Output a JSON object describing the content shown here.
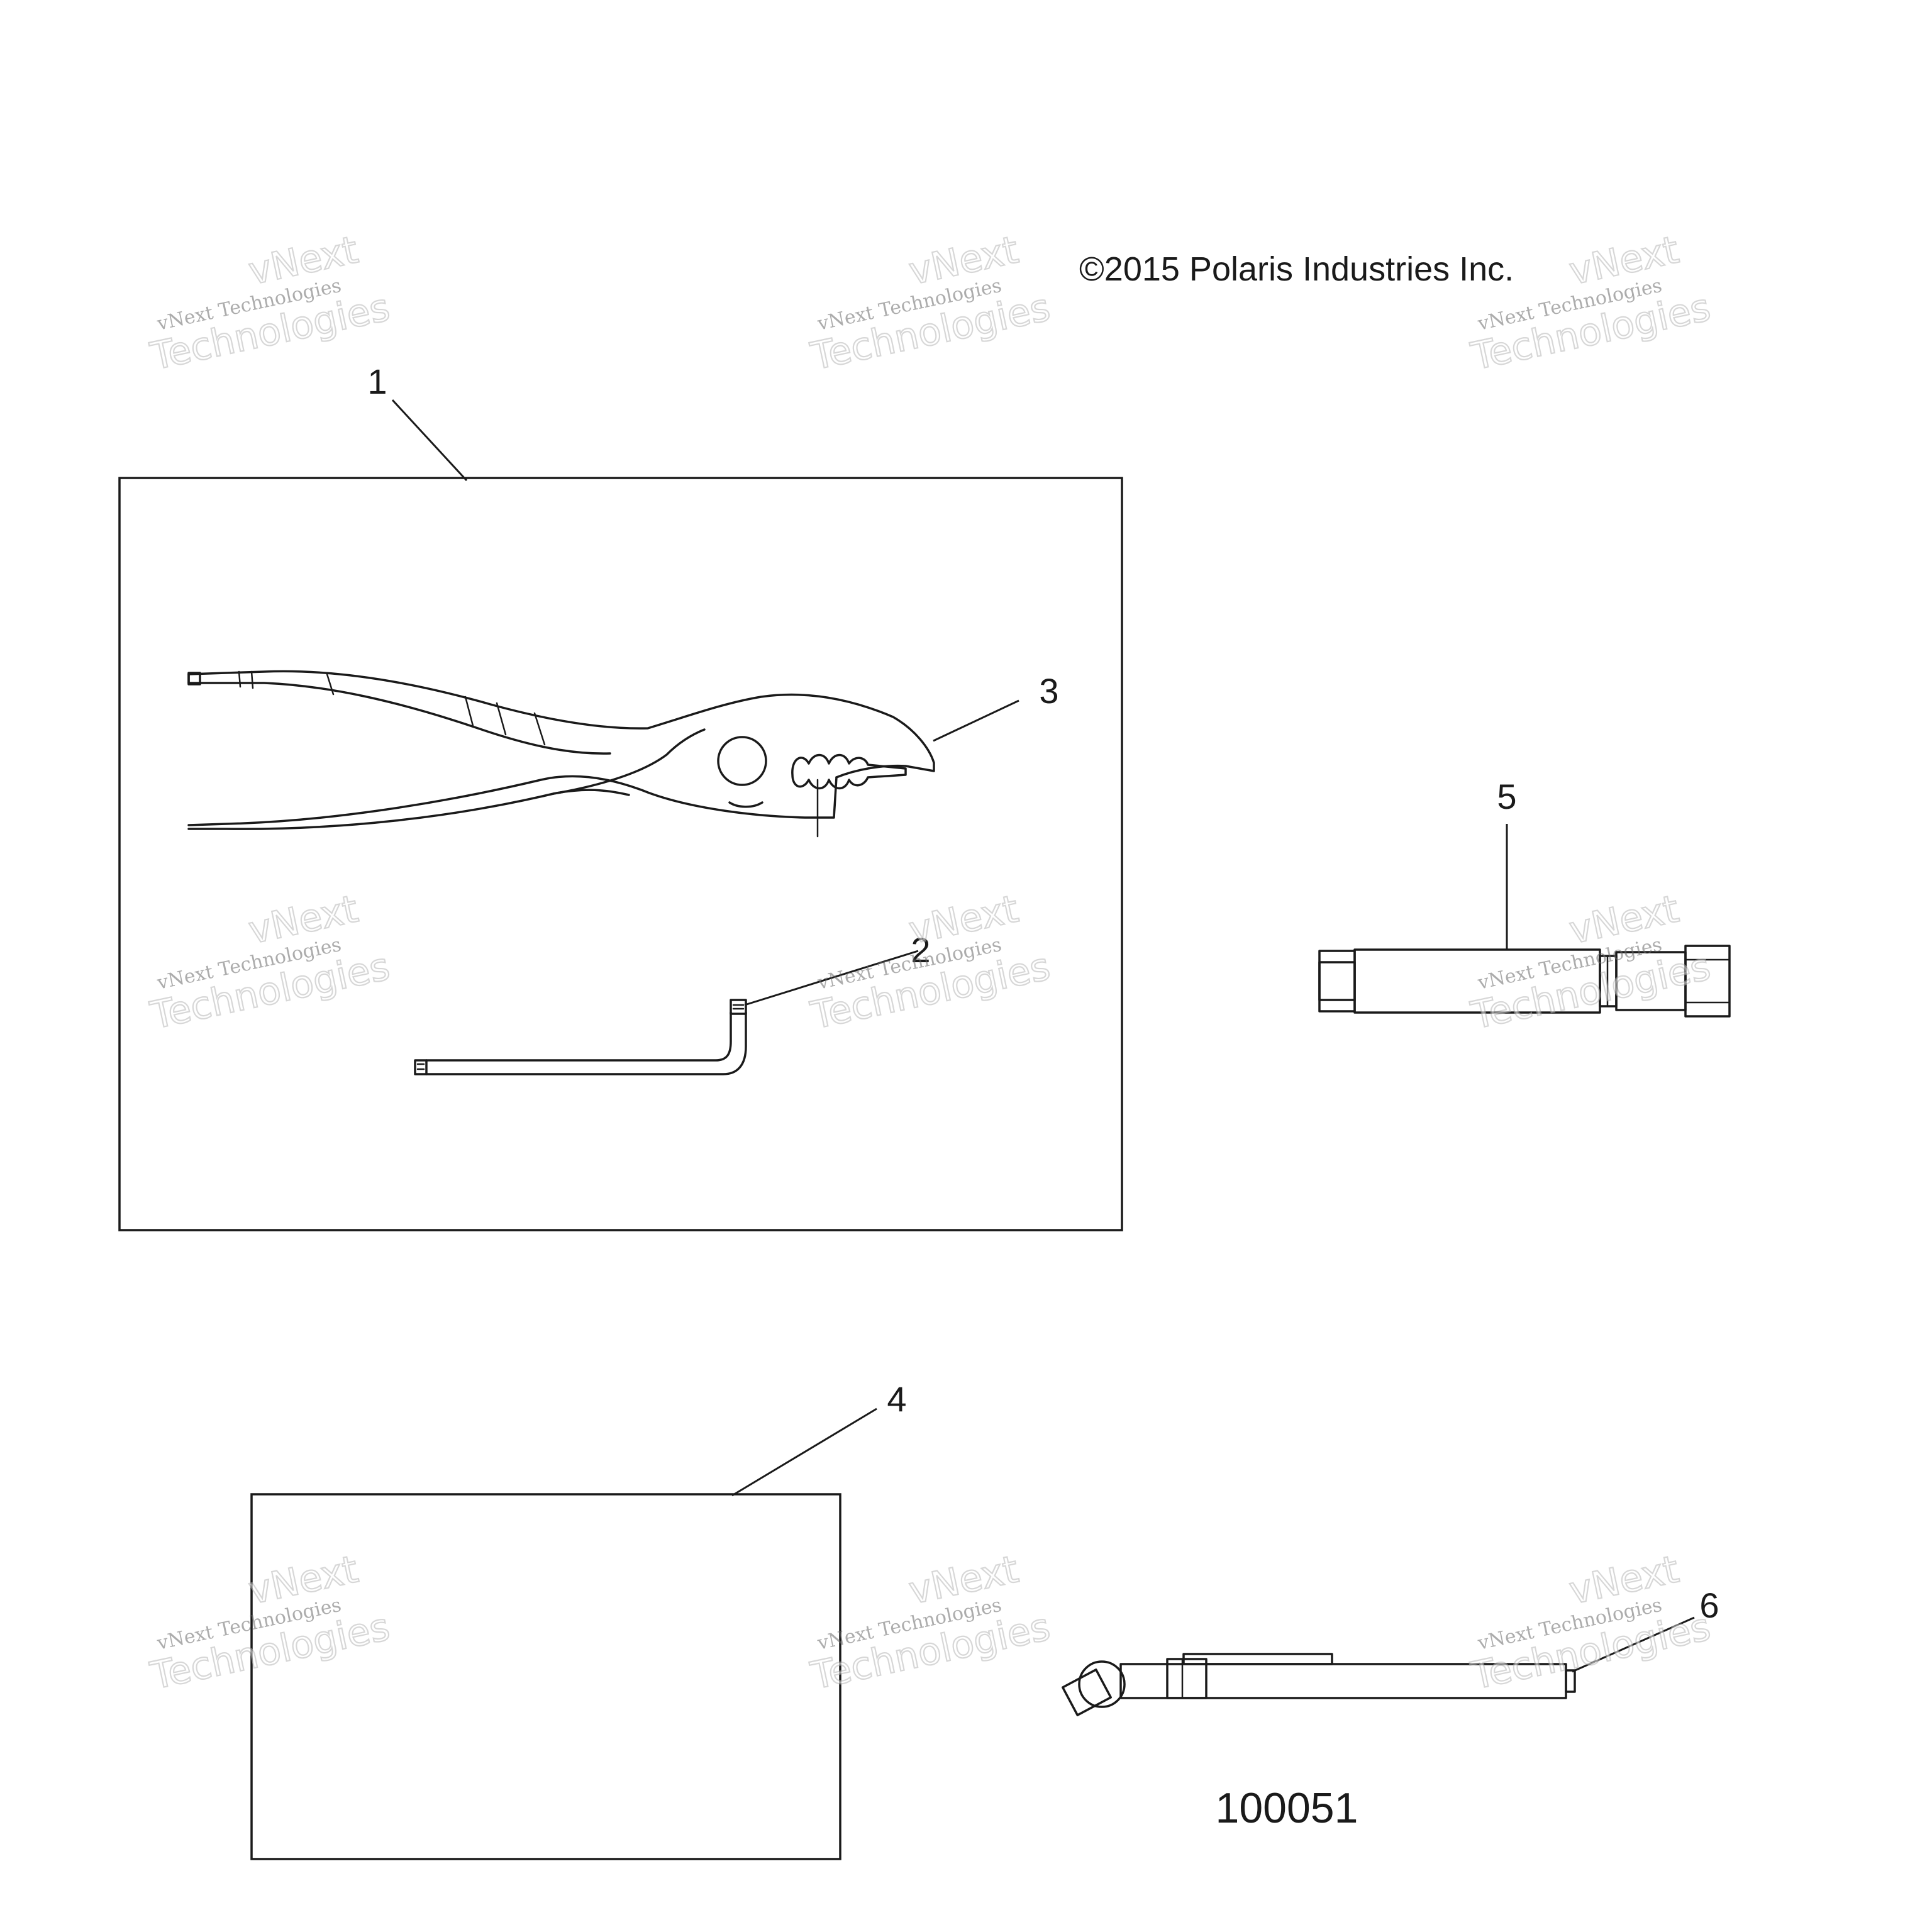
{
  "copyright": "©2015 Polaris Industries Inc.",
  "figure_id": "100051",
  "callouts": {
    "c1": "1",
    "c2": "2",
    "c3": "3",
    "c4": "4",
    "c5": "5",
    "c6": "6"
  },
  "watermark": {
    "line_a": "vNext",
    "line_b": "vNext Technologies",
    "line_c": "Technologies"
  }
}
